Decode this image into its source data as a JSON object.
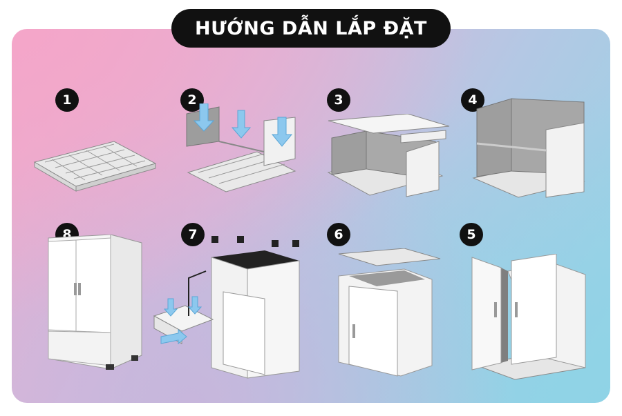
{
  "title": "HƯỚNG DẪN LẮP ĐẶT",
  "steps": [
    {
      "number": "1",
      "illustration": "base-tray"
    },
    {
      "number": "2",
      "illustration": "attach-side-panels"
    },
    {
      "number": "3",
      "illustration": "frame-with-top-bars"
    },
    {
      "number": "4",
      "illustration": "stacked-frame"
    },
    {
      "number": "5",
      "illustration": "doors-installed"
    },
    {
      "number": "6",
      "illustration": "top-lid-placement"
    },
    {
      "number": "7",
      "illustration": "drawer-and-feet"
    },
    {
      "number": "8",
      "illustration": "finished-cabinet"
    }
  ],
  "colors": {
    "badge": "#111111",
    "title_background": "#111111",
    "panel_white": "#f4f4f4",
    "panel_grey": "#9a9a9a",
    "arrow_blue": "#8cc8ee",
    "gradient_pink": "#f0aacb",
    "gradient_blue": "#95d4e6"
  }
}
